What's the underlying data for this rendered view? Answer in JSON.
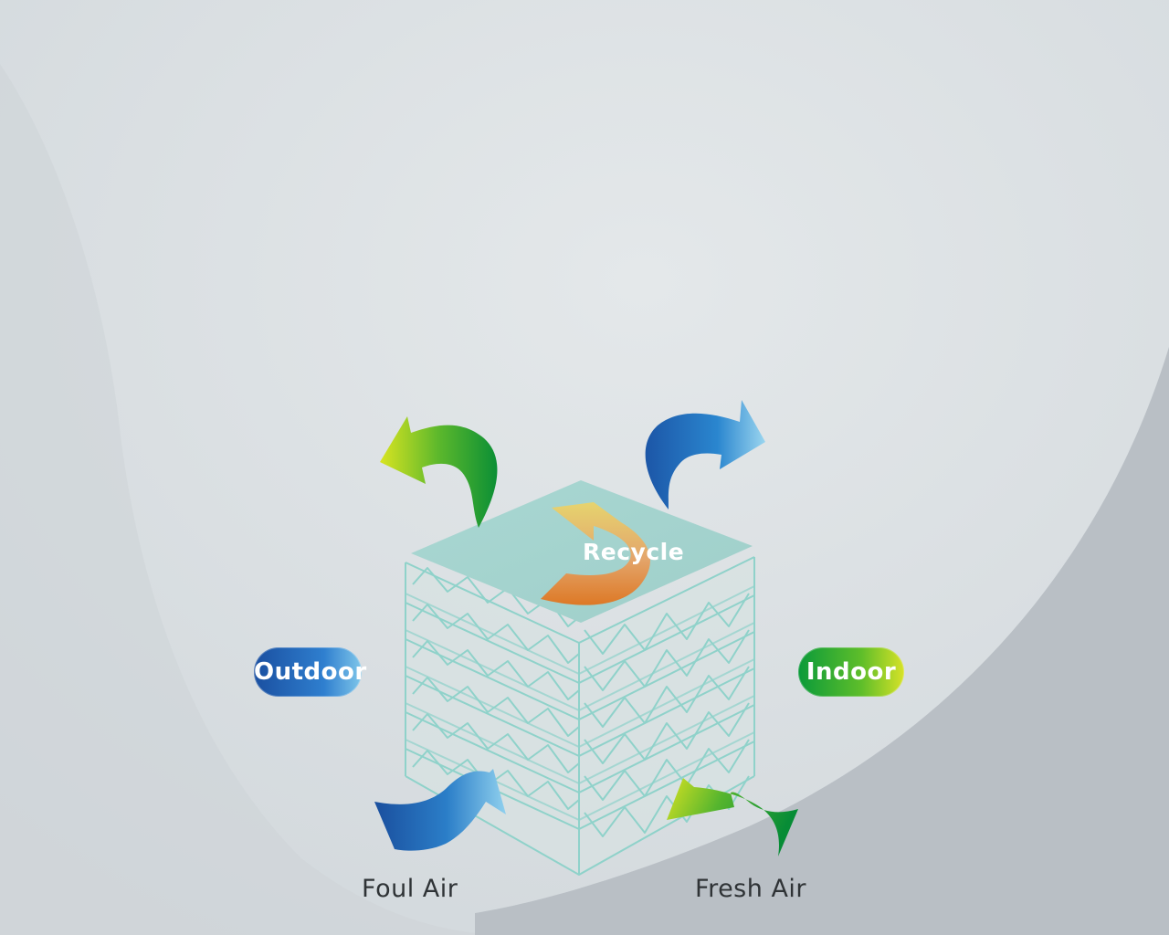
{
  "labels": {
    "outdoor": "Outdoor",
    "indoor": "Indoor",
    "recycle": "Recycle",
    "foul_air": "Foul Air",
    "fresh_air": "Fresh Air"
  },
  "colors": {
    "background": "#d9dfe2",
    "core_top": "#a6d4cf",
    "core_lines": "#8fd0c8",
    "outdoor_blue": "#1a4fa0",
    "indoor_green": "#0a9a3a",
    "recycle_orange": "#e07a22",
    "caption_text": "#2f3336"
  },
  "icons": {
    "exhaust_arrow": "curved-arrow-green-icon",
    "supply_arrow": "curved-arrow-blue-icon",
    "foul_intake_arrow": "curved-arrow-blue-icon",
    "fresh_intake_arrow": "curved-arrow-green-icon",
    "recycle_arrow": "u-turn-arrow-orange-icon"
  }
}
